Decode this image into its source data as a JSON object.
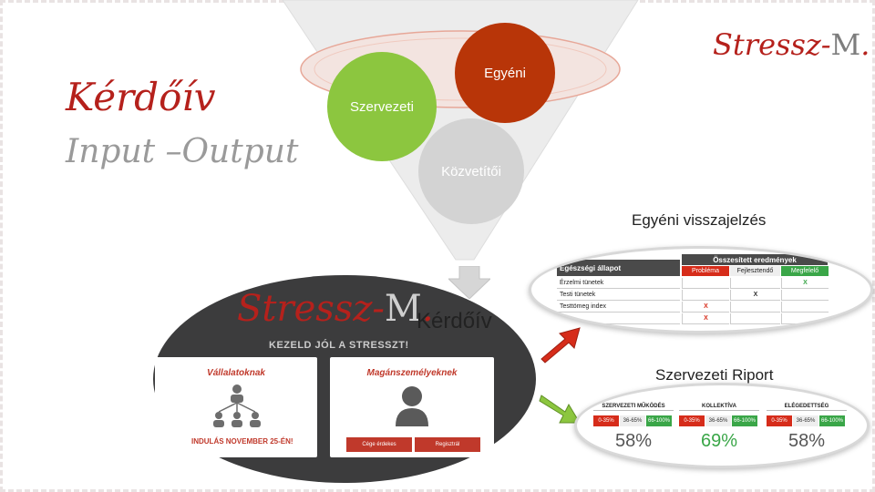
{
  "slide": {
    "title": "Kérdőív",
    "subtitle": "Input –Output",
    "logo_main": "Stressz-",
    "logo_m": "M",
    "logo_dot": "."
  },
  "funnel": {
    "circles": [
      {
        "label": "Szervezeti",
        "color": "#8cc63f"
      },
      {
        "label": "Egyéni",
        "color": "#b83508"
      },
      {
        "label": "Közvetítői",
        "color": "#d3d3d3"
      }
    ]
  },
  "labels": {
    "egyeni_feedback": "Egyéni visszajelzés",
    "szervezeti_riport": "Szervezeti Riport",
    "kerdoiv": "Kérdőív"
  },
  "questionnaire": {
    "logo_main": "Stressz-",
    "logo_m": "M",
    "logo_dot": ".",
    "tagline": "KEZELD JÓL A STRESSZT!",
    "panel_left_title": "Vállalatoknak",
    "panel_right_title": "Magánszemélyeknek",
    "start_text": "INDULÁS NOVEMBER 25-ÉN!",
    "btn1": "Cége érdekes",
    "btn2": "Regisztrál"
  },
  "health_table": {
    "header_left": "Egészségi állapot",
    "header_right": "Összesített eredmények",
    "cols": [
      "Probléma",
      "Fejlesztendő",
      "Megfelelő"
    ],
    "rows": [
      {
        "label": "Érzelmi tünetek",
        "mark_col": 2,
        "mark": "X"
      },
      {
        "label": "Testi tünetek",
        "mark_col": 1,
        "mark": "X"
      },
      {
        "label": "Testtömeg index",
        "mark_col": 0,
        "mark": "X"
      },
      {
        "label": "",
        "mark_col": 0,
        "mark": "X"
      }
    ]
  },
  "report": {
    "cards": [
      {
        "title": "SZERVEZETI MŰKÖDÉS",
        "ranges": [
          "0-35%",
          "36-65%",
          "66-100%"
        ],
        "value": "58%"
      },
      {
        "title": "KOLLEKTÍVA",
        "ranges": [
          "0-35%",
          "36-65%",
          "66-100%"
        ],
        "value": "69%"
      },
      {
        "title": "ELÉGEDETTSÉG",
        "ranges": [
          "0-35%",
          "36-65%",
          "66-100%"
        ],
        "value": "58%"
      }
    ]
  },
  "colors": {
    "brand_red": "#b5211c",
    "green": "#8cc63f",
    "dark_red": "#b83508",
    "grey": "#d3d3d3",
    "arrow_red": "#d62c1a",
    "arrow_green": "#8cc63f"
  }
}
